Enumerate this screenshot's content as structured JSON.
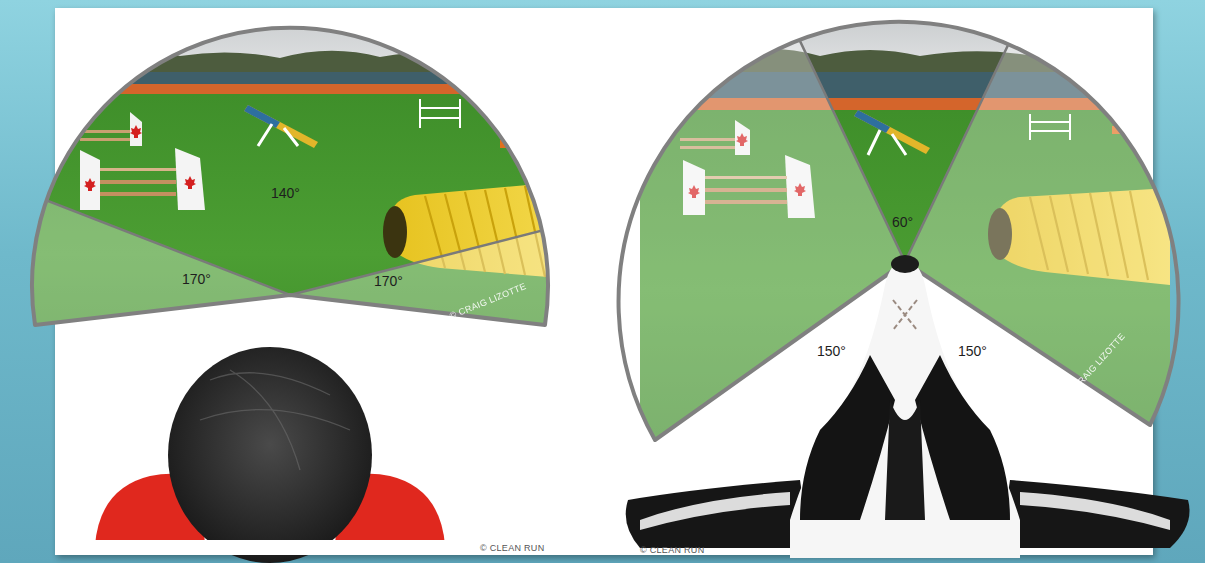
{
  "diagram": {
    "labels": [
      "140°",
      "170°",
      "170°",
      "© CRAIG LIZOTTE",
      "© CLEAN RUN",
      "60°",
      "150°",
      "150°",
      "© CRAIG LIZOTTE",
      "© CLEAN RUN"
    ]
  }
}
